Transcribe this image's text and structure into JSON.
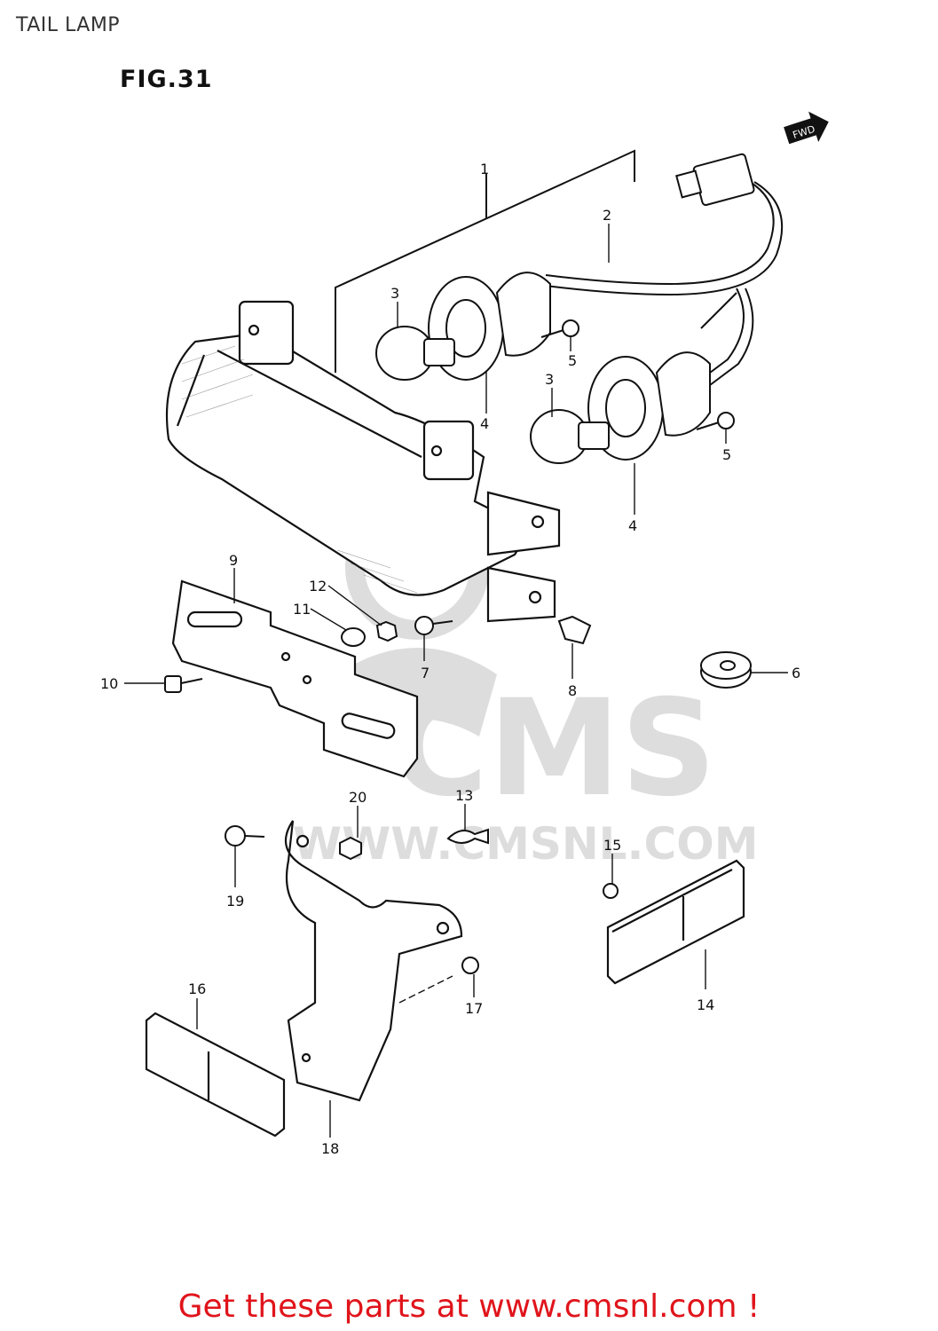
{
  "page": {
    "title": "TAIL LAMP",
    "figure_label": "FIG.31",
    "direction_badge": "FWD"
  },
  "watermark": {
    "brand": "CMS",
    "url": "WWW.CMSNL.COM"
  },
  "callouts": [
    "1",
    "2",
    "3",
    "3",
    "4",
    "4",
    "5",
    "5",
    "6",
    "7",
    "8",
    "9",
    "10",
    "11",
    "12",
    "13",
    "14",
    "15",
    "16",
    "17",
    "18",
    "19",
    "20"
  ],
  "footer": {
    "text": "Get these parts at www.cmsnl.com !",
    "color": "#e0141b"
  }
}
